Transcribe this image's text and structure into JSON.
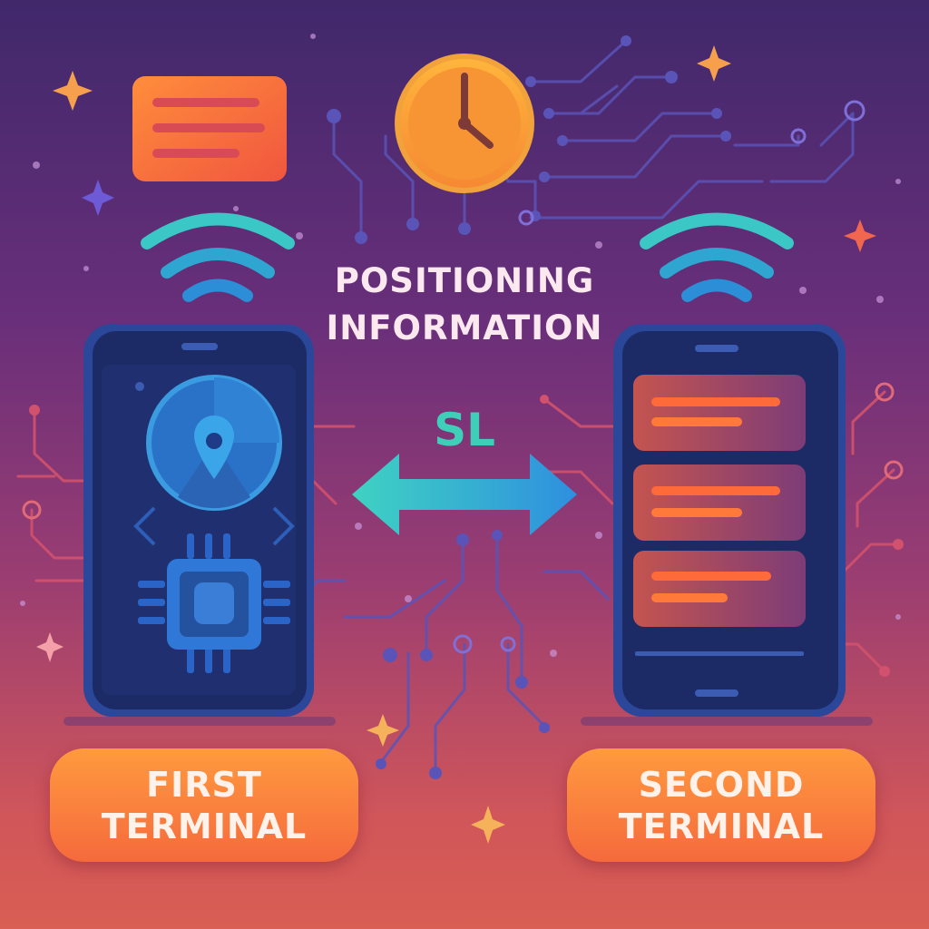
{
  "title": {
    "line1": "POSITIONING",
    "line2": "INFORMATION"
  },
  "link_label": "SL",
  "terminals": [
    {
      "line1": "FIRST",
      "line2": "TERMINAL"
    },
    {
      "line1": "SECOND",
      "line2": "TERMINAL"
    }
  ],
  "icons": [
    "message-bubble-icon",
    "clock-icon",
    "wifi-signal-icon",
    "location-pin-icon",
    "chip-icon",
    "double-arrow-icon",
    "sparkle-icon"
  ],
  "colors": {
    "accent_cyan": "#3fcfb9",
    "accent_blue": "#2f8fd8",
    "accent_orange": "#f5763b",
    "phone_body": "#1c2d6b",
    "title_text": "#fbe9ef"
  }
}
